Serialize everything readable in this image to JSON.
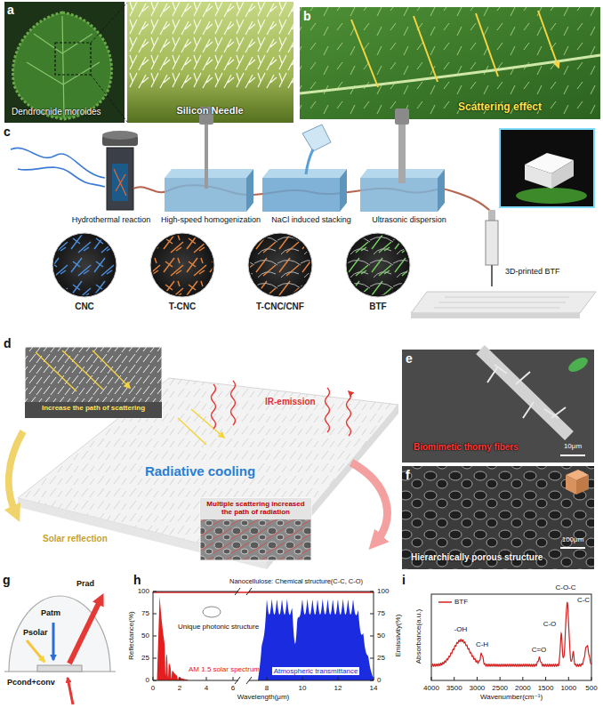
{
  "diagram": {
    "nodes": [
      {
        "text": [
          "Dendrocnide moroides"
        ]
      },
      {
        "text": [
          "Silicon Needle"
        ]
      },
      {
        "text": [
          "Scattering effect"
        ]
      },
      {
        "text": [
          "CNC"
        ]
      },
      {
        "text": [
          "T-CNC"
        ]
      },
      {
        "text": [
          "T-CNC/CNF"
        ]
      },
      {
        "text": [
          "BTF"
        ]
      },
      {
        "text": [
          "Increase the path of scattering"
        ]
      },
      {
        "text": [
          "Multiple scattering increased the path of radiation"
        ]
      },
      {
        "text": [
          "Biomimetic thorny fibers",
          "10μm"
        ]
      },
      {
        "text": [
          "Hierarchically porous structure",
          "100μm"
        ]
      }
    ],
    "labels": [
      "a",
      "b",
      "c",
      "Hydrothermal reaction",
      "High-speed homogenization",
      "NaCl induced stacking",
      "Ultrasonic dispersion",
      "3D-printed BTF",
      "d",
      "IR-emission",
      "Radiative cooling",
      "Solar reflection",
      "e",
      "f",
      "g",
      "h",
      "i",
      "Nanocellulose: Chemical structure(C-C, C-O)",
      "Unique photonic structure",
      "AM 1.5 solar spectrum",
      "Atmospheric transmittance",
      "Reflectance(%)",
      "Emissivity(%)",
      "Wavelength(μm)",
      "0",
      "2",
      "4",
      "6",
      "8",
      "10",
      "12",
      "14",
      "0",
      "25",
      "50",
      "75",
      "100",
      "0",
      "25",
      "50",
      "75",
      "100",
      "Absorbance(a.u.)",
      "Wavenumber(cm⁻¹)",
      "4000",
      "3500",
      "3000",
      "2500",
      "2000",
      "1500",
      "1000",
      "500",
      "-OH",
      "C-H",
      "C=O",
      "C-O",
      "C-O-C",
      "C-C",
      "Psolar",
      "Patm",
      "Prad",
      "Pcond+conv"
    ],
    "legend": [
      {
        "text": "BTF"
      }
    ]
  }
}
